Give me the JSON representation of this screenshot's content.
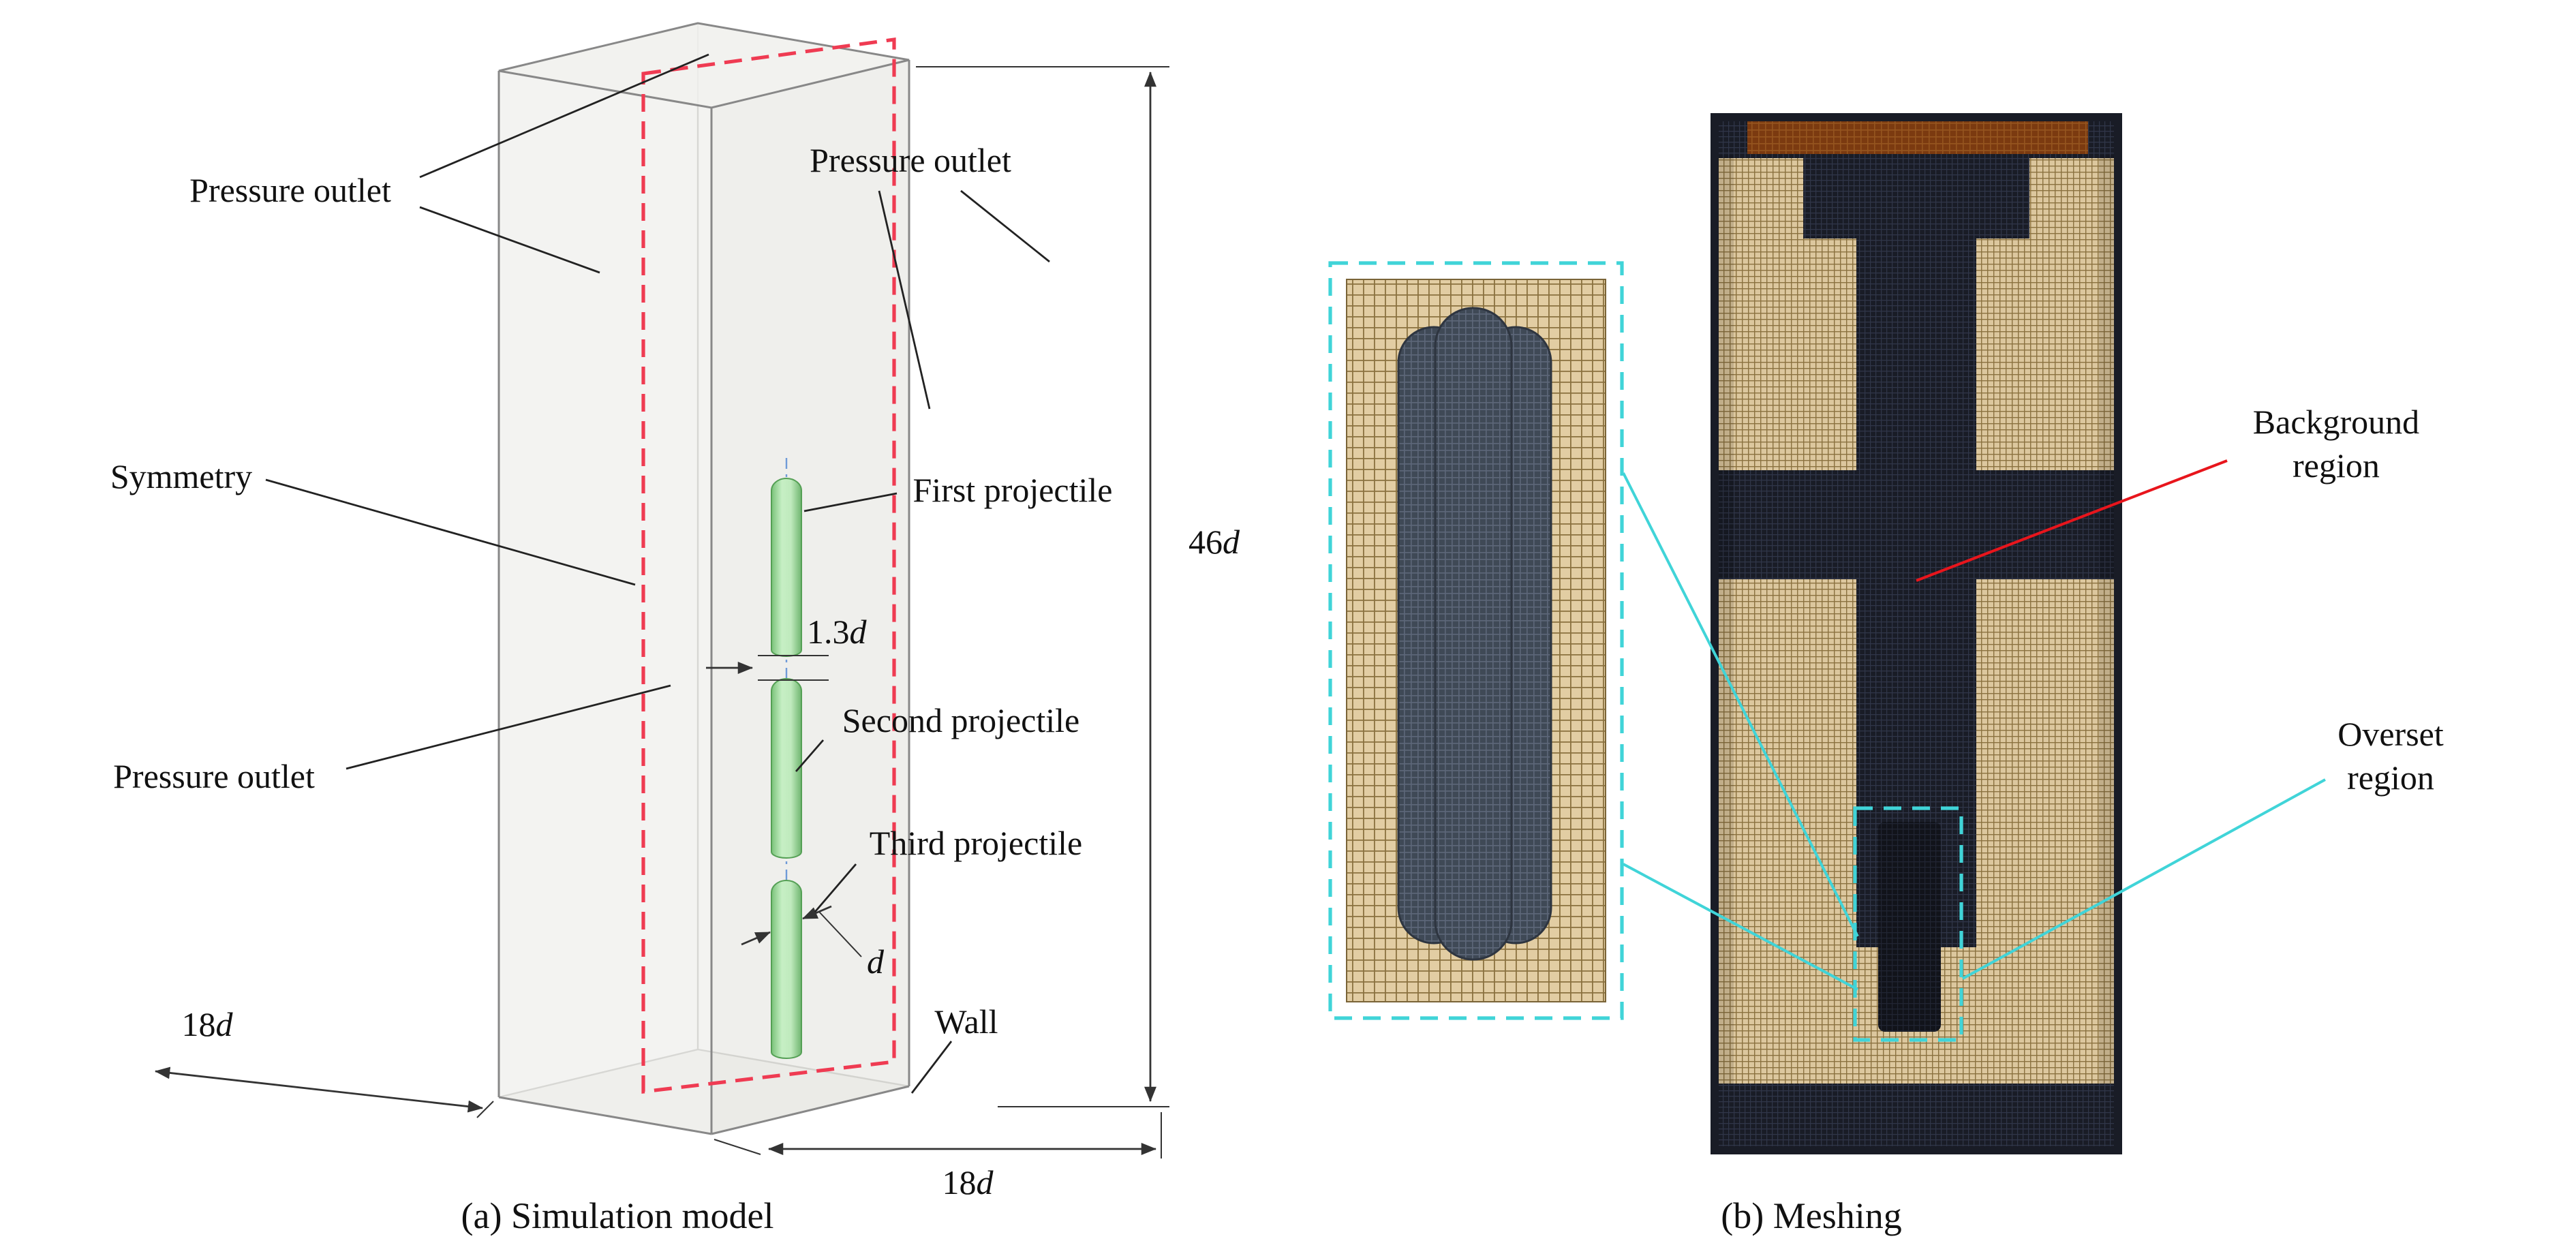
{
  "panel_a": {
    "caption": "(a) Simulation model",
    "labels": {
      "pressure_outlet_top_left": "Pressure outlet",
      "pressure_outlet_top_right": "Pressure outlet",
      "pressure_outlet_left": "Pressure outlet",
      "symmetry": "Symmetry",
      "first_projectile": "First projectile",
      "second_projectile": "Second projectile",
      "third_projectile": "Third projectile",
      "wall": "Wall"
    },
    "dims": {
      "height": {
        "value": "46",
        "unit": "d"
      },
      "width_front": {
        "value": "18",
        "unit": "d"
      },
      "depth_left": {
        "value": "18",
        "unit": "d"
      },
      "spacing": {
        "value": "1.3",
        "unit": "d"
      },
      "diameter_label": "d"
    }
  },
  "panel_b": {
    "caption": "(b) Meshing",
    "background_region": {
      "line1": "Background",
      "line2": "region",
      "color": "#e8151c"
    },
    "overset_region": {
      "line1": "Overset",
      "line2": "region",
      "color": "#2ec6cf"
    }
  },
  "colors": {
    "symmetry_plane_dashed": "#ef3b52",
    "projectile_green": "#a8e0a4",
    "mesh_tan": "#d8c194",
    "mesh_dark": "#191c26",
    "mesh_rust": "#7b3a10",
    "overset_cyan": "#40d4d8",
    "background_label_red": "#e8151c",
    "box_face_gray": "#eaeae5"
  }
}
